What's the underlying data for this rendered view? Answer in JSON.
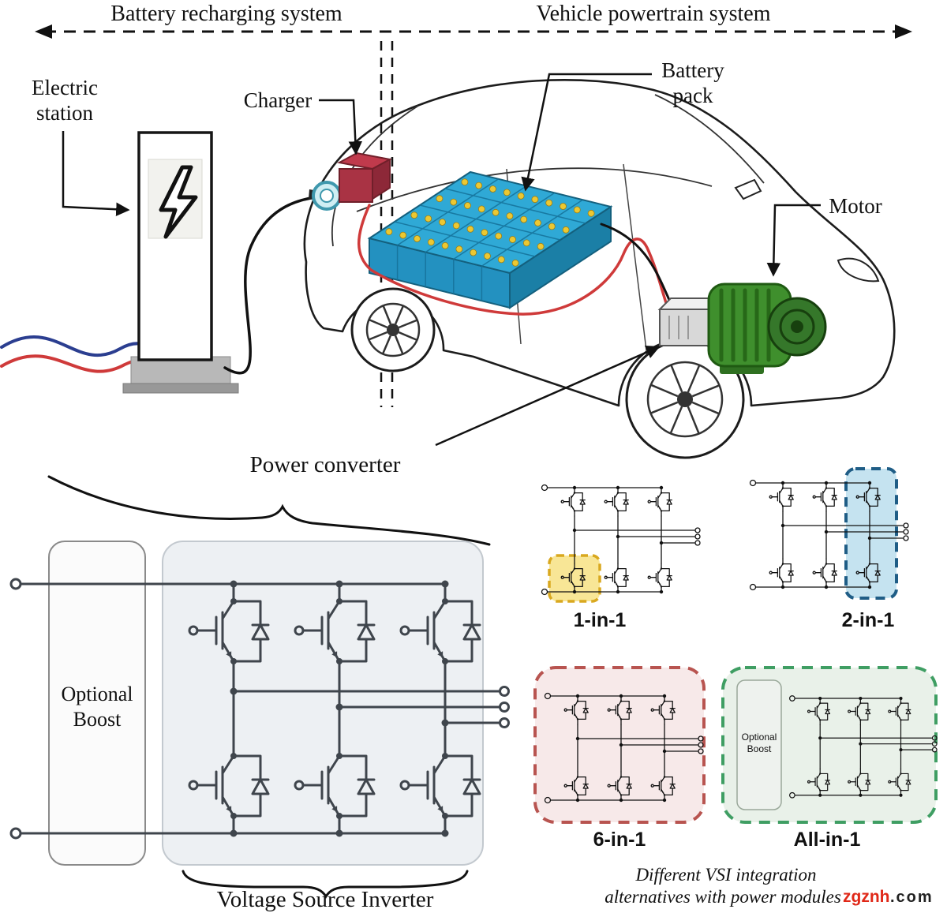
{
  "systems": {
    "left": "Battery recharging system",
    "right": "Vehicle powertrain system"
  },
  "callouts": {
    "electric_station_line1": "Electric",
    "electric_station_line2": "station",
    "charger": "Charger",
    "battery_pack_line1": "Battery",
    "battery_pack_line2": "pack",
    "motor": "Motor",
    "power_converter": "Power converter"
  },
  "converter": {
    "optional_boost_line1": "Optional",
    "optional_boost_line2": "Boost",
    "vsi_label": "Voltage Source Inverter"
  },
  "modules": {
    "one_in_one": "1-in-1",
    "two_in_one": "2-in-1",
    "six_in_one": "6-in-1",
    "all_in_one": "All-in-1",
    "boost_line1": "Optional",
    "boost_line2": "Boost"
  },
  "caption": {
    "line1": "Different VSI integration",
    "line2": "alternatives with power modules"
  },
  "watermark": {
    "brand": "zgznh",
    "tld": ".com"
  },
  "colors": {
    "battery_blue": "#2fa9d6",
    "charger_red": "#a93344",
    "motor_green": "#3f8f2d",
    "wire_red": "#cf3a3a",
    "wire_blue": "#2b3e90",
    "highlight_1in1": "#d9a81f",
    "highlight_2in1": "#1f5d86",
    "highlight_6in1": "#b85450",
    "highlight_allin1": "#3f9e63"
  }
}
